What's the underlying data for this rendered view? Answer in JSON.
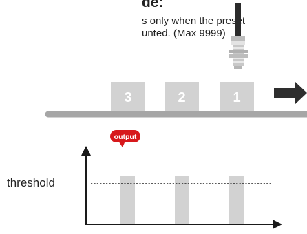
{
  "header": {
    "title": "de:",
    "description_lines": [
      "s only when the preset",
      "unted. (Max 9999)"
    ]
  },
  "conveyor": {
    "boxes": [
      {
        "label": "3"
      },
      {
        "label": "2"
      },
      {
        "label": "1"
      }
    ],
    "direction": "right"
  },
  "signal_chart": {
    "threshold_label": "threshold",
    "output_label": "output",
    "pulse_count": 3
  },
  "colors": {
    "box": "#d2d2d2",
    "conveyor": "#a6a6a6",
    "arrow": "#2e2e2e",
    "output_bubble": "#d7191c",
    "axis": "#1a1a1a",
    "sensor_cable": "#2b2b2b",
    "sensor_body": "#c8c8c8"
  },
  "icons": {
    "sensor": "proximity-sensor-icon",
    "direction_arrow": "arrow-right-icon"
  }
}
